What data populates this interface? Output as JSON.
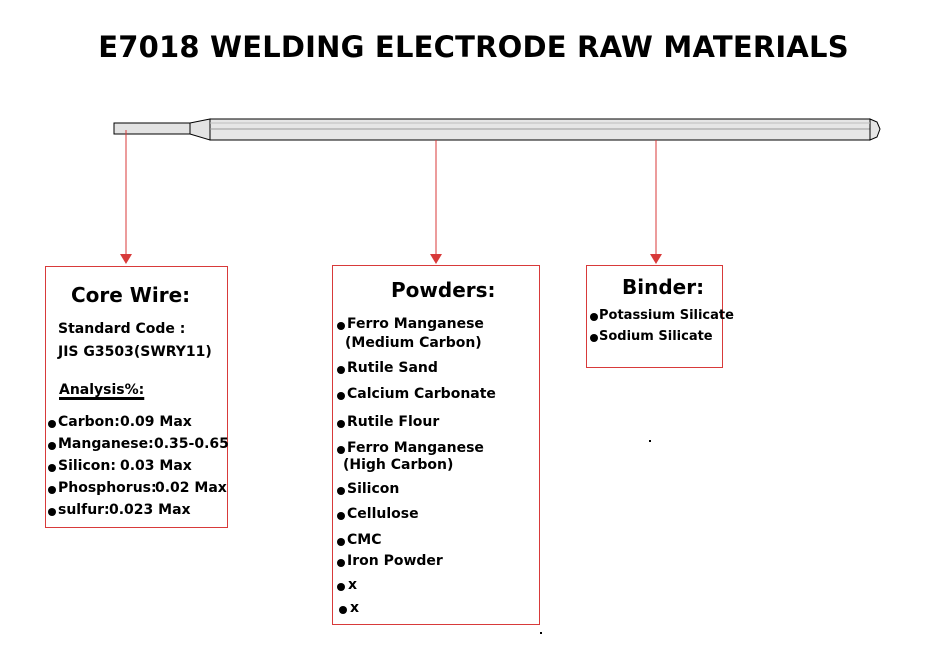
{
  "title": "E7018 WELDING ELECTRODE RAW MATERIALS",
  "colors": {
    "border": "#d83a3a",
    "arrow": "#d83a3a",
    "rod_fill": "#d9d9d9"
  },
  "core_wire": {
    "title": "Core Wire:",
    "standard_code_label": "Standard Code :",
    "standard_code_value": "JIS G3503(SWRY11)",
    "analysis_label": "Analysis%:",
    "items": [
      {
        "name": "Carbon:",
        "value": "0.09 Max"
      },
      {
        "name": "Manganese:",
        "value": "0.35-0.65"
      },
      {
        "name": "Silicon:",
        "value": "0.03 Max"
      },
      {
        "name": "Phosphorus:",
        "value": "0.02 Max"
      },
      {
        "name": "sulfur:",
        "value": "0.023 Max"
      }
    ]
  },
  "powders": {
    "title": "Powders:",
    "items": [
      {
        "line1": "Ferro Manganese",
        "line2": "(Medium Carbon)"
      },
      {
        "line1": "Rutile Sand"
      },
      {
        "line1": "Calcium Carbonate"
      },
      {
        "line1": "Rutile Flour"
      },
      {
        "line1": "Ferro Manganese",
        "line2": "(High Carbon)"
      },
      {
        "line1": "Silicon"
      },
      {
        "line1": "Cellulose"
      },
      {
        "line1": "CMC"
      },
      {
        "line1": "Iron Powder"
      },
      {
        "line1": "x"
      },
      {
        "line1": "x"
      }
    ]
  },
  "binder": {
    "title": "Binder:",
    "items": [
      {
        "line1": "Potassium Silicate"
      },
      {
        "line1": "Sodium Silicate"
      }
    ]
  }
}
